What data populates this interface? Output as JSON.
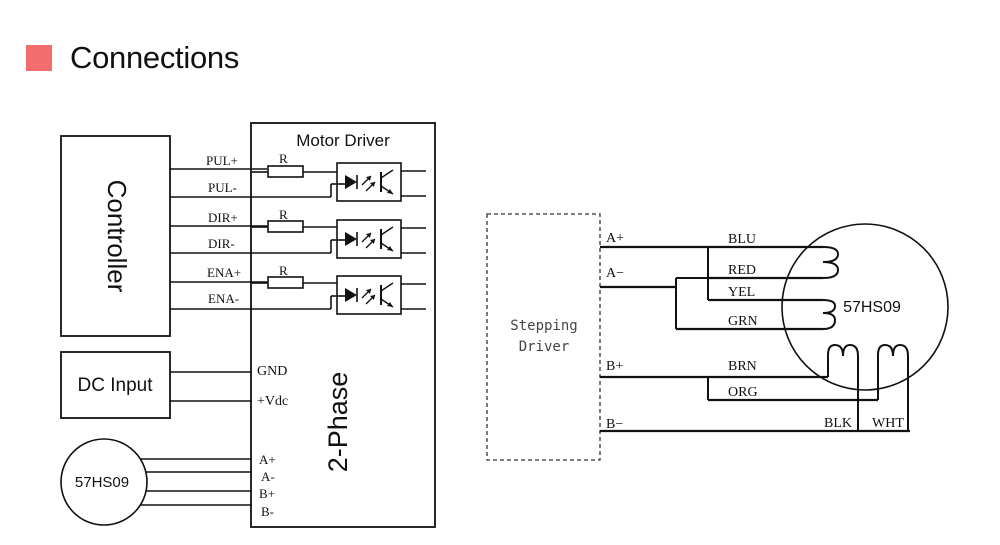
{
  "header": {
    "title": "Connections",
    "accent_color": "#f26d6d"
  },
  "left_diagram": {
    "controller_label": "Controller",
    "motor_driver_label": "Motor Driver",
    "phase_label": "2-Phase",
    "dc_input_label": "DC Input",
    "motor_label": "57HS09",
    "signals": {
      "pul_plus": "PUL+",
      "pul_minus": "PUL-",
      "dir_plus": "DIR+",
      "dir_minus": "DIR-",
      "ena_plus": "ENA+",
      "ena_minus": "ENA-"
    },
    "resistor_label": "R",
    "power": {
      "gnd": "GND",
      "vdc": "+Vdc"
    },
    "motor_pins": {
      "a_plus": "A+",
      "a_minus": "A-",
      "b_plus": "B+",
      "b_minus": "B-"
    }
  },
  "right_diagram": {
    "driver_label_line1": "Stepping",
    "driver_label_line2": "Driver",
    "motor_label": "57HS09",
    "terminals": {
      "a_plus": "A+",
      "a_minus": "A−",
      "b_plus": "B+",
      "b_minus": "B−"
    },
    "wires": {
      "blu": "BLU",
      "red": "RED",
      "yel": "YEL",
      "grn": "GRN",
      "brn": "BRN",
      "org": "ORG",
      "blk": "BLK",
      "wht": "WHT"
    }
  }
}
